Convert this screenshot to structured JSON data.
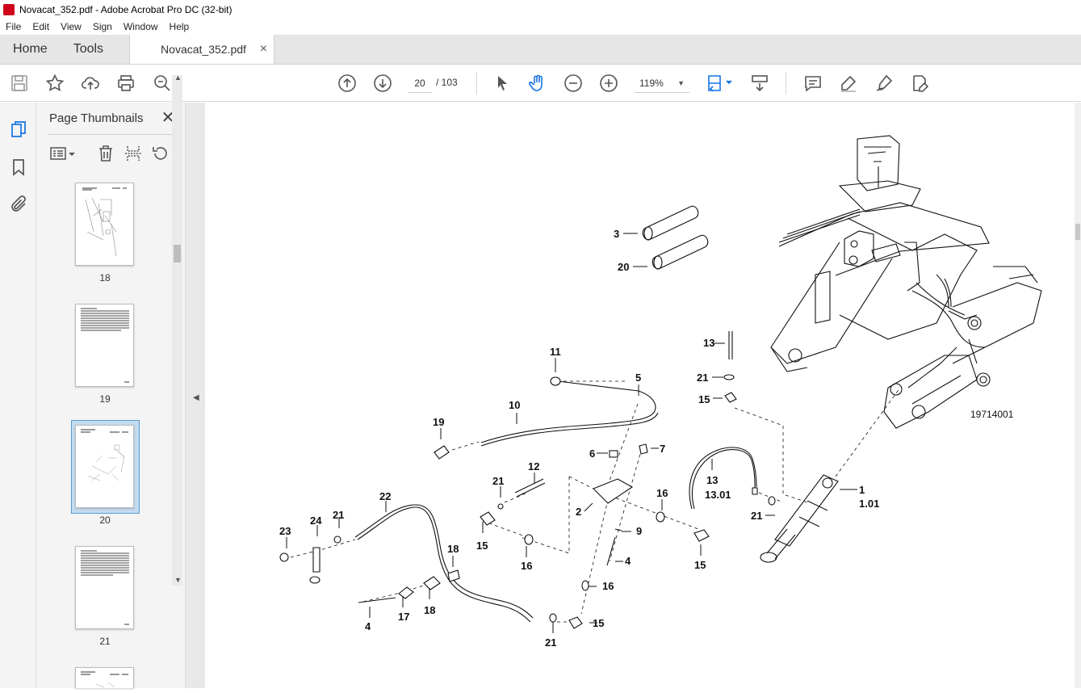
{
  "window": {
    "title": "Novacat_352.pdf - Adobe Acrobat Pro DC (32-bit)"
  },
  "menu": [
    "File",
    "Edit",
    "View",
    "Sign",
    "Window",
    "Help"
  ],
  "tabs": {
    "home": "Home",
    "tools": "Tools",
    "document": "Novacat_352.pdf",
    "close": "×"
  },
  "toolbar": {
    "current_page": "20",
    "total_pages": "/ 103",
    "zoom": "119%"
  },
  "panel": {
    "title": "Page Thumbnails",
    "close": "✕",
    "thumbnails": [
      {
        "label": "18"
      },
      {
        "label": "19"
      },
      {
        "label": "20",
        "selected": true
      },
      {
        "label": "21"
      }
    ]
  },
  "drawing": {
    "figure_id": "19714001",
    "callouts": [
      "3",
      "20",
      "11",
      "5",
      "10",
      "19",
      "6",
      "7",
      "12",
      "21",
      "2",
      "16",
      "9",
      "4",
      "22",
      "21",
      "15",
      "16",
      "23",
      "24",
      "21",
      "18",
      "18",
      "17",
      "4",
      "16",
      "15",
      "21",
      "13",
      "13.01",
      "21",
      "15",
      "1",
      "1.01",
      "13",
      "21",
      "15"
    ]
  },
  "colors": {
    "accent": "#5a9bd1",
    "selection": "#c4dbef",
    "brand": "#d0021b"
  }
}
